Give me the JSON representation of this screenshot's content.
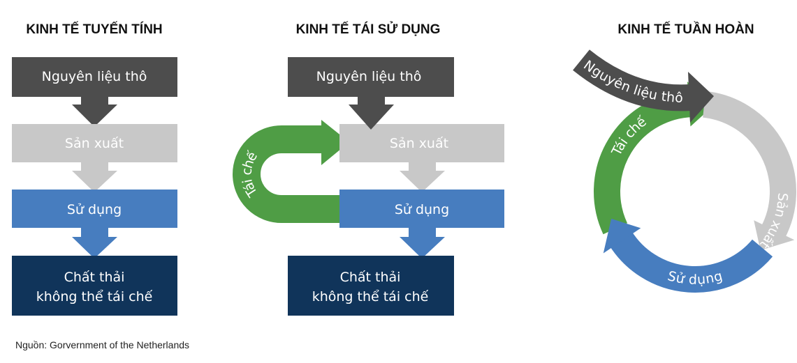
{
  "colors": {
    "raw": "#4d4d4d",
    "production": "#c8c8c8",
    "use": "#477dbf",
    "waste": "#10345a",
    "recycle": "#4f9d45"
  },
  "linear": {
    "title": "KINH TẾ TUYẾN TÍNH",
    "steps": [
      "Nguyên liệu thô",
      "Sản xuất",
      "Sử dụng",
      "Chất thải",
      "không thể tái chế"
    ]
  },
  "reuse": {
    "title": "KINH TẾ TÁI SỬ DỤNG",
    "steps": [
      "Nguyên liệu thô",
      "Sản xuất",
      "Sử dụng",
      "Chất thải",
      "không thể tái chế"
    ],
    "loop": "Tái chế"
  },
  "circular": {
    "title": "KINH TẾ TUẦN HOÀN",
    "raw": "Nguyên liệu thô",
    "production": "Sản xuất",
    "use": "Sử dụng",
    "recycle": "Tái chế"
  },
  "source": "Nguồn: Gorvernment of the Netherlands"
}
